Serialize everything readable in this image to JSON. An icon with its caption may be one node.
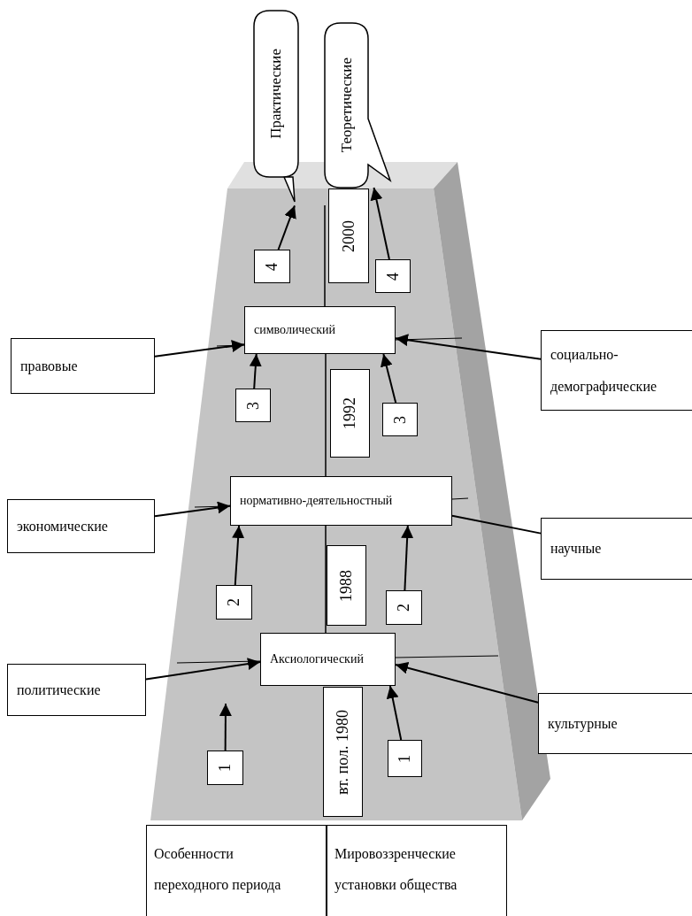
{
  "diagram": {
    "nodes": [
      {
        "text": [
          "Практические"
        ]
      },
      {
        "text": [
          "Теоретические"
        ]
      },
      {
        "text": [
          "2000"
        ]
      },
      {
        "text": [
          "4"
        ]
      },
      {
        "text": [
          "4"
        ]
      },
      {
        "text": [
          "правовые"
        ]
      },
      {
        "text": [
          "символический"
        ]
      },
      {
        "text": [
          "социально-демографические"
        ]
      },
      {
        "text": [
          "3"
        ]
      },
      {
        "text": [
          "1992"
        ]
      },
      {
        "text": [
          "3"
        ]
      },
      {
        "text": [
          "экономические"
        ]
      },
      {
        "text": [
          "нормативно-деятельностный"
        ]
      },
      {
        "text": [
          "научные"
        ]
      },
      {
        "text": [
          "2"
        ]
      },
      {
        "text": [
          "1988"
        ]
      },
      {
        "text": [
          "2"
        ]
      },
      {
        "text": [
          "политические"
        ]
      },
      {
        "text": [
          "Аксиологический"
        ]
      },
      {
        "text": [
          "культурные"
        ]
      },
      {
        "text": [
          "1"
        ]
      },
      {
        "text": [
          "вт. пол. 1980"
        ]
      },
      {
        "text": [
          "1"
        ]
      },
      {
        "text": [
          "Особенности переходного периода"
        ]
      },
      {
        "text": [
          "Мировоззренческие установки общества"
        ]
      }
    ],
    "edges": [
      {
        "from": 3,
        "to": 0,
        "arrow": "to"
      },
      {
        "from": 4,
        "to": 1,
        "arrow": "to"
      },
      {
        "from": 5,
        "to": 6,
        "arrow": "to"
      },
      {
        "from": 7,
        "to": 6,
        "arrow": "to"
      },
      {
        "from": 8,
        "to": 6,
        "arrow": "to"
      },
      {
        "from": 10,
        "to": 6,
        "arrow": "to"
      },
      {
        "from": 6,
        "to": 12,
        "arrow": "none"
      },
      {
        "from": 11,
        "to": 12,
        "arrow": "to"
      },
      {
        "from": 13,
        "to": 12,
        "arrow": "none"
      },
      {
        "from": 14,
        "to": 12,
        "arrow": "to"
      },
      {
        "from": 16,
        "to": 12,
        "arrow": "to"
      },
      {
        "from": 12,
        "to": 18,
        "arrow": "none"
      },
      {
        "from": 17,
        "to": 18,
        "arrow": "to"
      },
      {
        "from": 19,
        "to": 18,
        "arrow": "to"
      },
      {
        "from": 20,
        "to": null,
        "arrow": "to"
      },
      {
        "from": 22,
        "to": 18,
        "arrow": "to"
      },
      {
        "from": 2,
        "to": 6,
        "arrow": "none"
      }
    ]
  }
}
